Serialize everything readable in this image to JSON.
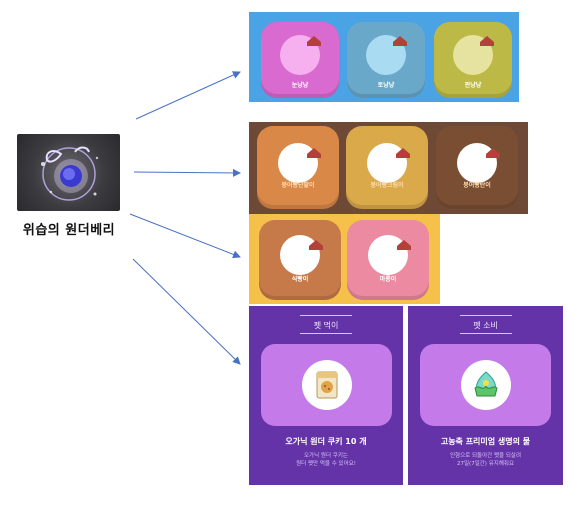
{
  "source": {
    "label": "위습의 원더베리",
    "icon": "wonderberry-icon"
  },
  "panel_pink_white": {
    "bg": "#4aa3e4",
    "pets": [
      {
        "label": "눈냥냥",
        "color": "#d86ad0"
      },
      {
        "label": "토냥냥",
        "color": "#6aa8c9"
      },
      {
        "label": "판냥냥",
        "color": "#bdb947"
      }
    ]
  },
  "panel_fish_bread": {
    "bg": "#6e4a36",
    "pets": [
      {
        "label": "붕어빵단팥이",
        "color": "#d98848"
      },
      {
        "label": "붕어빵크림이",
        "color": "#d9a94a"
      },
      {
        "label": "붕어빵탄이",
        "color": "#7a4e33"
      }
    ]
  },
  "panel_bread_rabbit": {
    "bg": "#f6c14a",
    "pets": [
      {
        "label": "식빵이",
        "color": "#c67a4a"
      },
      {
        "label": "마롱이",
        "color": "#eb8aa0"
      }
    ]
  },
  "panel_pet_food": {
    "header": "펫 먹이",
    "item_name": "오가닉 원더 쿠키 10 개",
    "desc_line1": "오가닉 원더 쿠키는",
    "desc_line2": "원더 펫만 먹을 수 있어요!"
  },
  "panel_pet_consumable": {
    "header": "펫 소비",
    "item_name": "고농축 프리미엄 생명의 물",
    "desc_line1": "인형으로 되돌아간 펫을 되살려",
    "desc_line2": "27일(7일간) 유지해줘요"
  },
  "colors": {
    "arrow": "#4a72c4",
    "purple_panel": "#6433a8",
    "purple_tile": "#c47ae8"
  }
}
